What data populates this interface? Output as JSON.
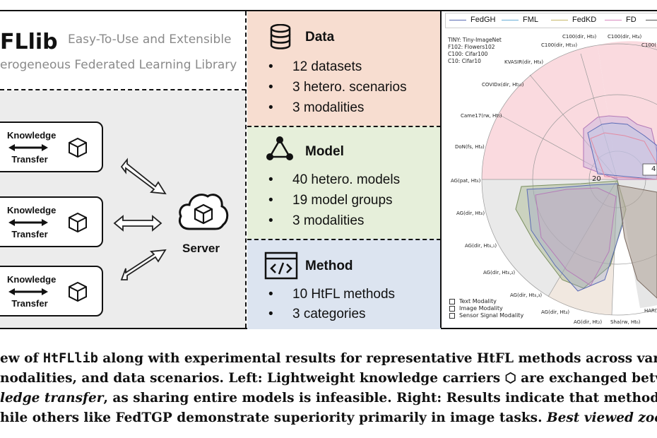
{
  "left_panel": {
    "lib_name": "FLlib",
    "subtitle_line1": "Easy-To-Use and Extensible",
    "subtitle_line2": "erogeneous Federated Learning Library",
    "knowledge_box_label_top": "Knowledge",
    "knowledge_box_label_bottom": "Transfer",
    "server_label": "Server"
  },
  "data_panel": {
    "title": "Data",
    "items": [
      "12 datasets",
      "3 hetero. scenarios",
      "3 modalities"
    ]
  },
  "model_panel": {
    "title": "Model",
    "items": [
      "40 hetero. models",
      "19 model groups",
      "3 modalities"
    ]
  },
  "method_panel": {
    "title": "Method",
    "items": [
      "10 HtFL methods",
      "3 categories"
    ]
  },
  "radar": {
    "legend": [
      {
        "name": "FedGH",
        "color": "#5b6bb5"
      },
      {
        "name": "FML",
        "color": "#6aaed6"
      },
      {
        "name": "FedKD",
        "color": "#c8b86a"
      },
      {
        "name": "FD",
        "color": "#d88ac0"
      },
      {
        "name": "—",
        "color": "#555555"
      }
    ],
    "dataset_info": [
      "TINY: Tiny-ImageNet",
      "F102: Flowers102",
      "C100: Cifar100",
      "C10: Cifar10"
    ],
    "axis_labels": [
      "C100(dir, Ht₀)",
      "C100(dir, Ht₄)",
      "C100(dir, Ht₁₀)",
      "C100(",
      "KVASIR(dir, Ht₈)",
      "COVIDx(dir, Ht₁₀)",
      "Came17(rw, Ht₅)",
      "DoN(fs, Ht₄)",
      "AG(pat, Ht₆)",
      "AG(dir, Ht₆)",
      "AG(dir, Ht₆,₁)",
      "AG(dir, Ht₆,₂)",
      "AG(dir, Ht₆,₃)",
      "AG(dir, Ht₄)",
      "AG(dir, Ht₂)",
      "Sha(rw, Ht₆)",
      "HAR(r"
    ],
    "ring_labels": [
      "20",
      "4"
    ],
    "modalities": [
      "Text Modality",
      "Image Modality",
      "Sensor Signal Modality"
    ]
  },
  "caption": {
    "line1_a": "ew of ",
    "line1_code": "HtFLlib",
    "line1_b": " along with experimental results for representative HtFL methods across variou",
    "line2": "nodalities, and data scenarios. Left: Lightweight knowledge carriers ⬡ are exchanged betwee",
    "line3_it": "ledge transfer",
    "line3_b": ", as sharing entire models is infeasible. Right: Results indicate that methods like",
    "line4_a": "hile others like FedTGP demonstrate superiority primarily in image tasks. ",
    "line4_it": "Best viewed zoom"
  }
}
